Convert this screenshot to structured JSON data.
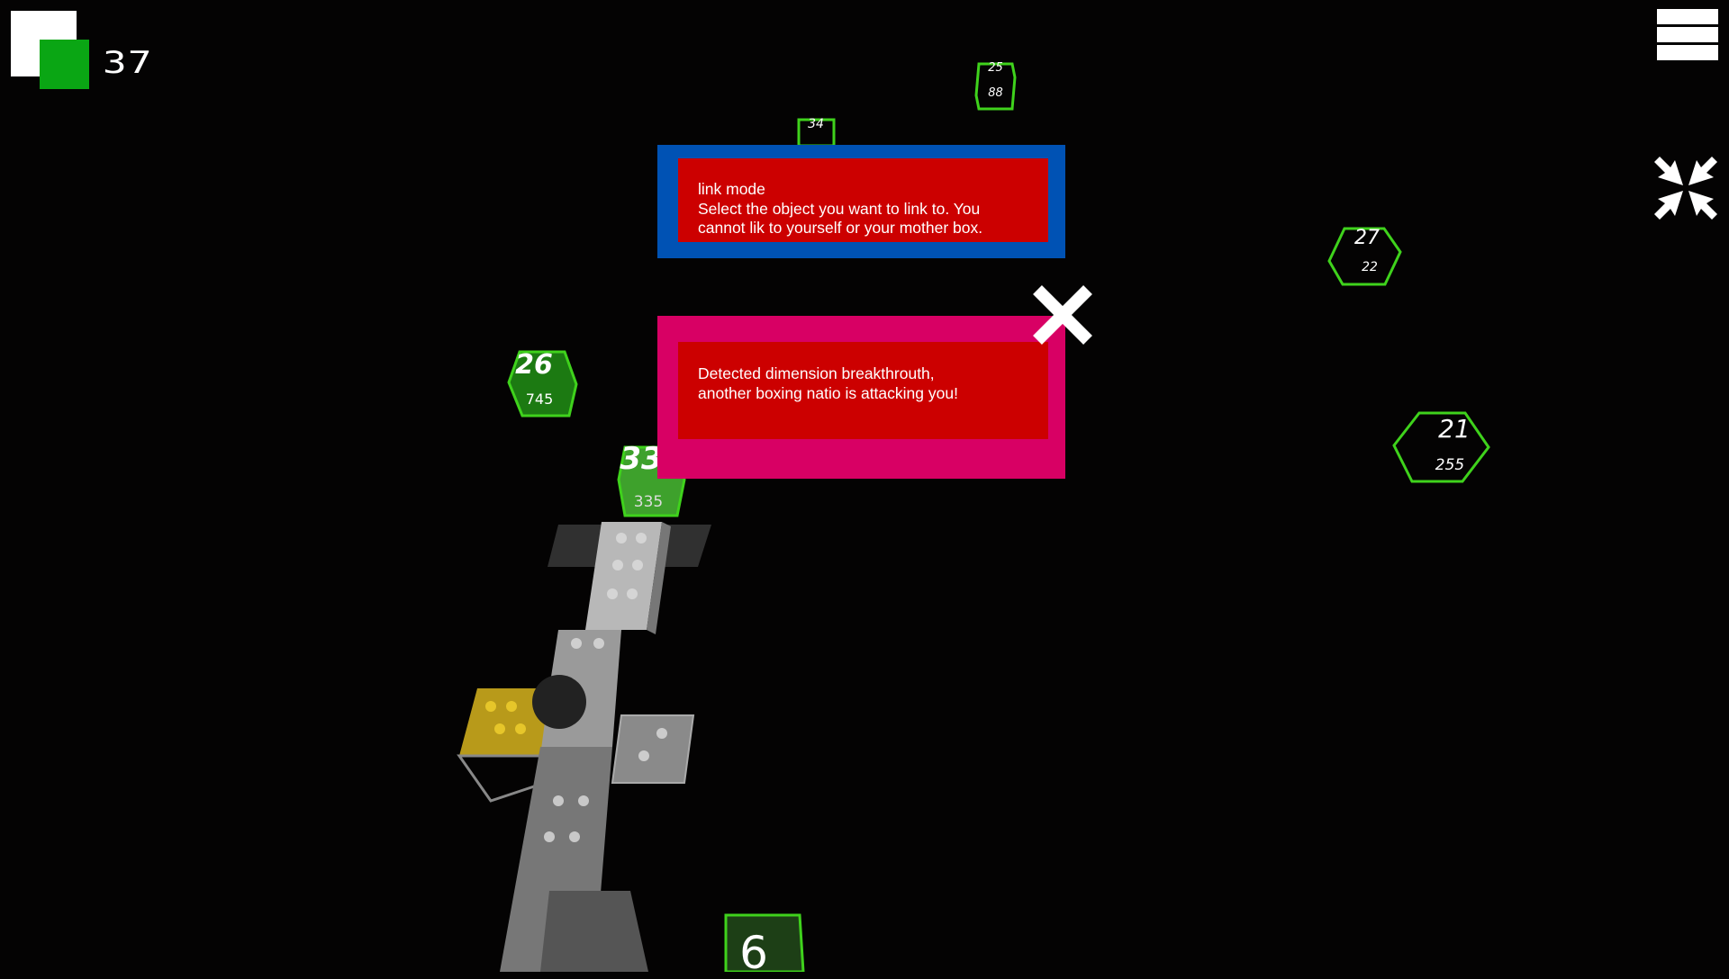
{
  "hud": {
    "counter": "37",
    "menu_icon": "hamburger-menu-icon",
    "shrink_icon": "collapse-arrows-icon",
    "close_icon": "close-x-icon"
  },
  "link_mode_panel": {
    "title": "link mode",
    "line1": "Select the object you want to link to. You",
    "line2": "cannot lik to yourself or your mother box."
  },
  "alert_panel": {
    "line1": "Detected dimension breakthrouth,",
    "line2": "another boxing natio is attacking you!"
  },
  "nodes": [
    {
      "id": "34",
      "value": ""
    },
    {
      "id": "25",
      "value": "88"
    },
    {
      "id": "27",
      "value": "22"
    },
    {
      "id": "21",
      "value": "255"
    },
    {
      "id": "26",
      "value": "745"
    },
    {
      "id": "33",
      "value": "335"
    },
    {
      "id": "6",
      "value": ""
    }
  ],
  "colors": {
    "brand_green": "#0aa614",
    "outline_green": "#3fd21c",
    "panel_blue": "#0052b4",
    "panel_pink": "#d80064",
    "panel_red": "#cc0000"
  }
}
